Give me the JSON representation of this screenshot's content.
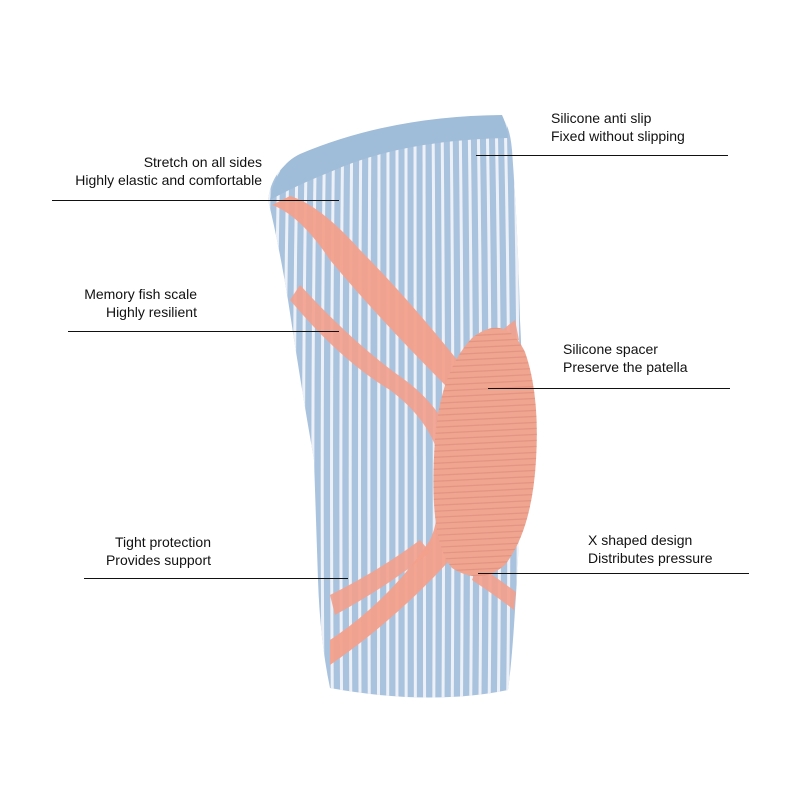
{
  "palette": {
    "sleeve_blue": "#a9c3de",
    "rib_white": "#f4f6fa",
    "accent_coral": "#f3a08c",
    "text": "#111111",
    "background": "#ffffff"
  },
  "product": {
    "name": "knee-sleeve-illustration"
  },
  "annotations": {
    "stretch": {
      "line1": "Stretch on all sides",
      "line2": "Highly elastic and comfortable"
    },
    "fish_scale": {
      "line1": "Memory fish scale",
      "line2": "Highly resilient"
    },
    "tight": {
      "line1": "Tight protection",
      "line2": "Provides support"
    },
    "anti_slip": {
      "line1": "Silicone anti slip",
      "line2": "Fixed without slipping"
    },
    "spacer": {
      "line1": "Silicone spacer",
      "line2": "Preserve the patella"
    },
    "x_shape": {
      "line1": "X shaped design",
      "line2": "Distributes pressure"
    }
  }
}
